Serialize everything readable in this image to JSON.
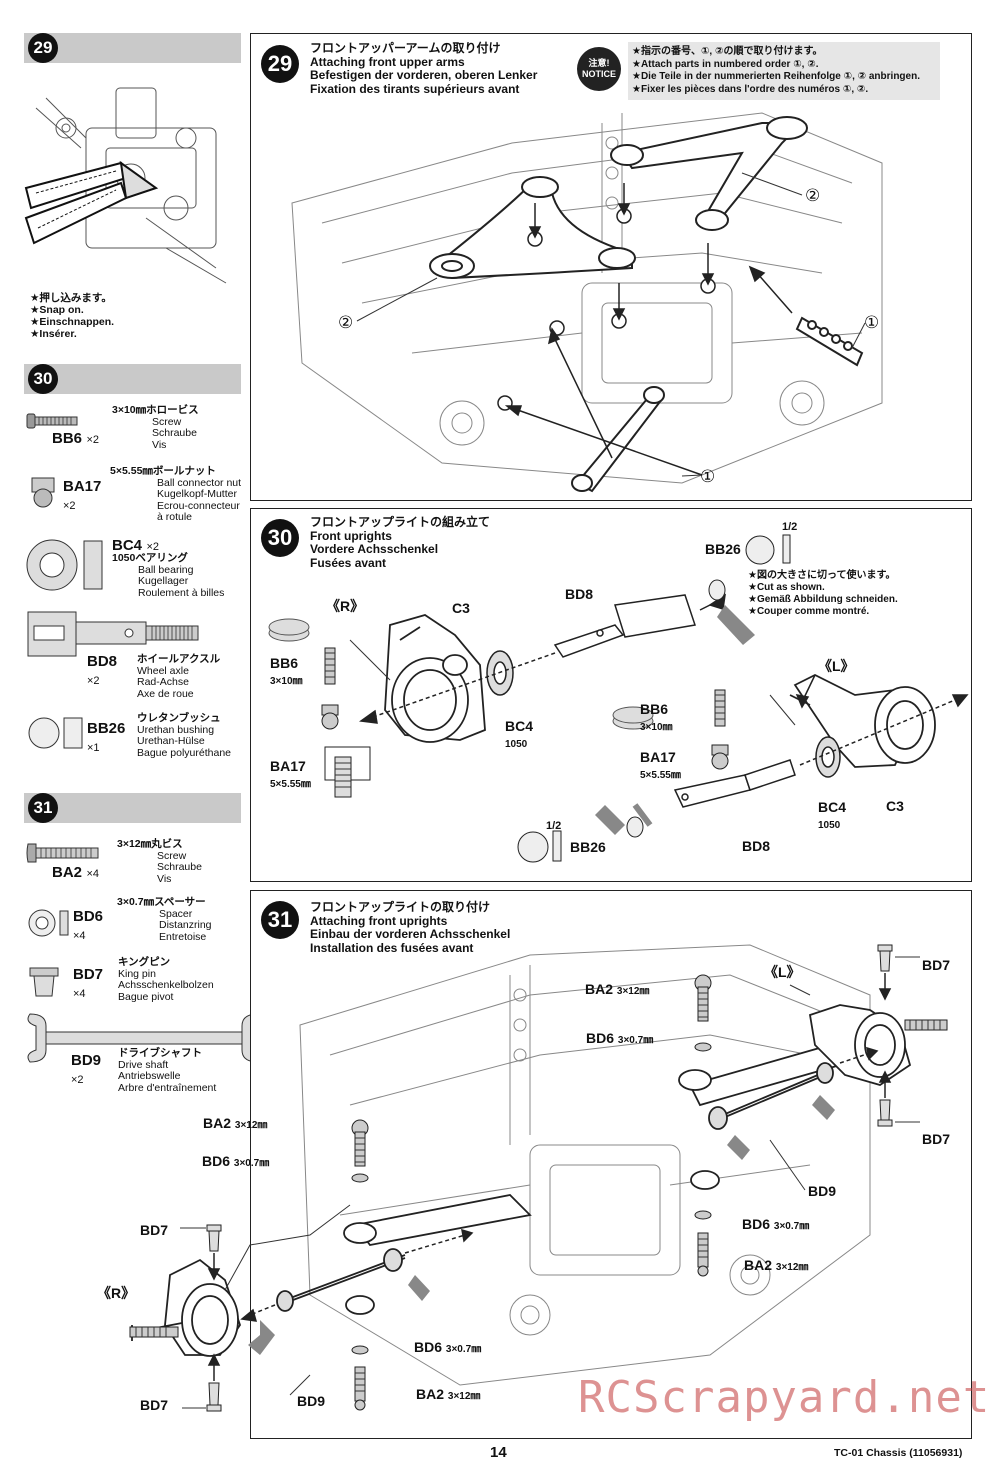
{
  "left_column": {
    "step29": {
      "number": "29",
      "notes": [
        "★押し込みます。",
        "★Snap on.",
        "★Einschnappen.",
        "★Insérer."
      ]
    },
    "step30": {
      "number": "30",
      "parts": [
        {
          "code": "BB6",
          "qty": "×2",
          "size_jp": "3×10㎜ホロービス",
          "desc": [
            "Screw",
            "Schraube",
            "Vis"
          ]
        },
        {
          "code": "BA17",
          "qty": "×2",
          "size_jp": "5×5.55㎜ボールナット",
          "desc": [
            "Ball connector nut",
            "Kugelkopf-Mutter",
            "Ecrou-connecteur",
            "à rotule"
          ]
        },
        {
          "code": "BC4",
          "qty": "×2",
          "size_jp": "1050ベアリング",
          "desc": [
            "Ball bearing",
            "Kugellager",
            "Roulement à billes"
          ]
        },
        {
          "code": "BD8",
          "qty": "×2",
          "size_jp": "ホイールアクスル",
          "desc": [
            "Wheel axle",
            "Rad-Achse",
            "Axe de roue"
          ]
        },
        {
          "code": "BB26",
          "qty": "×1",
          "size_jp": "ウレタンブッシュ",
          "desc": [
            "Urethan bushing",
            "Urethan-Hülse",
            "Bague polyuréthane"
          ]
        }
      ]
    },
    "step31": {
      "number": "31",
      "parts": [
        {
          "code": "BA2",
          "qty": "×4",
          "size_jp": "3×12㎜丸ビス",
          "desc": [
            "Screw",
            "Schraube",
            "Vis"
          ]
        },
        {
          "code": "BD6",
          "qty": "×4",
          "size_jp": "3×0.7㎜スペーサー",
          "desc": [
            "Spacer",
            "Distanzring",
            "Entretoise"
          ]
        },
        {
          "code": "BD7",
          "qty": "×4",
          "size_jp": "キングピン",
          "desc": [
            "King pin",
            "Achsschenkelbolzen",
            "Bague pivot"
          ]
        },
        {
          "code": "BD9",
          "qty": "×2",
          "size_jp": "ドライブシャフト",
          "desc": [
            "Drive shaft",
            "Antriebswelle",
            "Arbre d'entraînement"
          ]
        }
      ]
    }
  },
  "panel29": {
    "number": "29",
    "title": [
      "フロントアッパーアームの取り付け",
      "Attaching front upper arms",
      "Befestigen der vorderen, oberen Lenker",
      "Fixation des tirants supérieurs avant"
    ],
    "notice_badge": [
      "注意!",
      "NOTICE"
    ],
    "notice_lines": [
      "★指示の番号、①, ②の順で取り付けます。",
      "★Attach parts in numbered order ①, ②.",
      "★Die Teile in der nummerierten Reihenfolge ①, ② anbringen.",
      "★Fixer les pièces dans l'ordre des numéros ①, ②."
    ],
    "callouts": [
      "②",
      "②",
      "①",
      "①"
    ]
  },
  "panel30": {
    "number": "30",
    "title": [
      "フロントアップライトの組み立て",
      "Front uprights",
      "Vordere Achsschenkel",
      "Fusées avant"
    ],
    "side_r": "《R》",
    "side_l": "《L》",
    "labels": {
      "c3": "C3",
      "bd8": "BD8",
      "bb26": "BB26",
      "half": "1/2",
      "bb6": "BB6",
      "bb6_size": "3×10㎜",
      "ba17": "BA17",
      "ba17_size": "5×5.55㎜",
      "bc4": "BC4",
      "bc4_size": "1050"
    },
    "cut_note": [
      "★図の大きさに切って使います。",
      "★Cut as shown.",
      "★Gemäß Abbildung schneiden.",
      "★Couper comme montré."
    ]
  },
  "panel31": {
    "number": "31",
    "title": [
      "フロントアップライトの取り付け",
      "Attaching front uprights",
      "Einbau der vorderen Achsschenkel",
      "Installation des fusées avant"
    ],
    "side_r": "《R》",
    "side_l": "《L》",
    "labels": {
      "bd7": "BD7",
      "ba2": "BA2",
      "ba2_size": "3×12㎜",
      "bd6": "BD6",
      "bd6_size": "3×0.7㎜",
      "bd9": "BD9"
    }
  },
  "footer": {
    "page": "14",
    "right": "TC-01 Chassis (11056931)",
    "watermark": "RCScrapyard.net"
  }
}
